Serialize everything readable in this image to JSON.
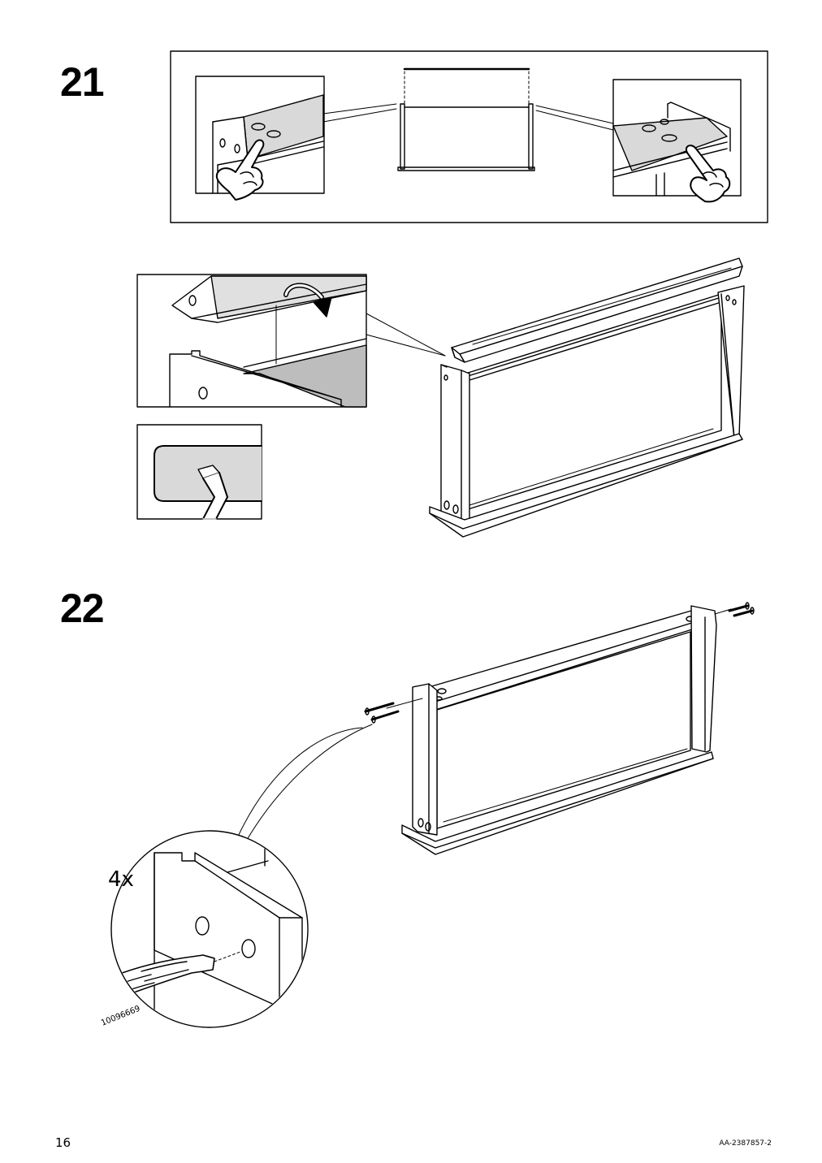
{
  "steps": [
    {
      "number": "21"
    },
    {
      "number": "22"
    }
  ],
  "step22": {
    "quantity": "4x",
    "part_number": "10096669"
  },
  "footer": {
    "page_number": "16",
    "document_code": "AA-2387857-2"
  }
}
